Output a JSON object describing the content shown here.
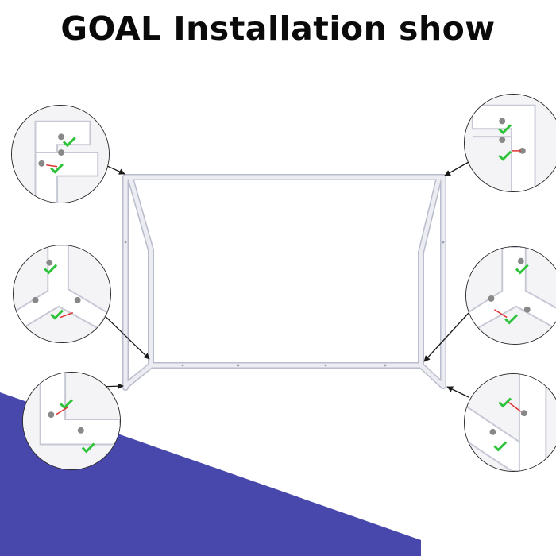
{
  "header": {
    "title": "GOAL Installation show"
  },
  "colors": {
    "banner": "#4848ac",
    "frame": "#ececf3",
    "frame_edge": "#b9bccb",
    "check": "#2ec33a",
    "arrow": "#e03131",
    "leader": "#1a1a1a"
  },
  "callouts": [
    {
      "icon": "top-left-corner-connector"
    },
    {
      "icon": "middle-left-three-way-connector"
    },
    {
      "icon": "bottom-left-corner-connector"
    },
    {
      "icon": "top-right-corner-connector"
    },
    {
      "icon": "middle-right-three-way-connector"
    },
    {
      "icon": "bottom-right-corner-connector"
    }
  ]
}
